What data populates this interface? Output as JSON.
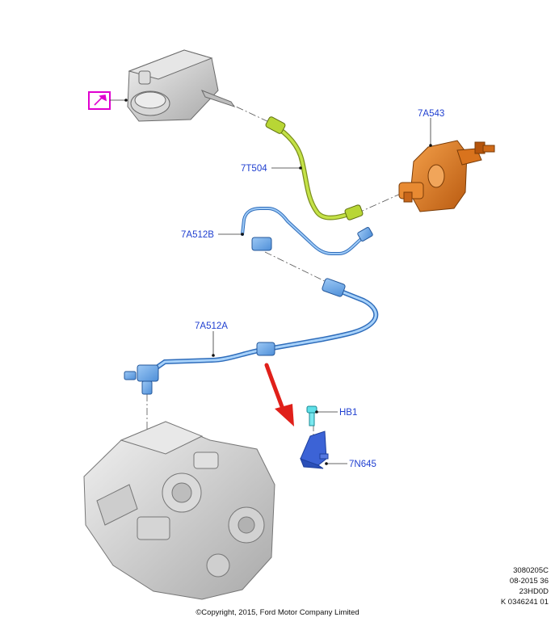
{
  "diagram": {
    "callouts": {
      "slave_cylinder": "7A543",
      "reservoir_hose": "7T504",
      "clutch_tube_b": "7A512B",
      "clutch_tube_a": "7A512A",
      "bolt": "HB1",
      "bracket": "7N645"
    },
    "colors": {
      "callout_text": "#1f3fd0",
      "reservoir": "#c9c9c9",
      "hose": "#b8d635",
      "slave_cylinder": "#e07a1f",
      "tubes": "#6aa6e6",
      "bracket": "#3c63d6",
      "bolt": "#5fe0e8",
      "arrow": "#e0201a",
      "transmission": "#c8c8c8",
      "highlight_box": "#e000d0"
    },
    "icons": [
      "wrench-icon"
    ]
  },
  "meta": {
    "ref_code": "3080205C",
    "date_code": "08-2015 36",
    "model_code": "23HD0D",
    "part_ref": "K 0346241 01"
  },
  "copyright": "©Copyright, 2015, Ford Motor Company Limited"
}
